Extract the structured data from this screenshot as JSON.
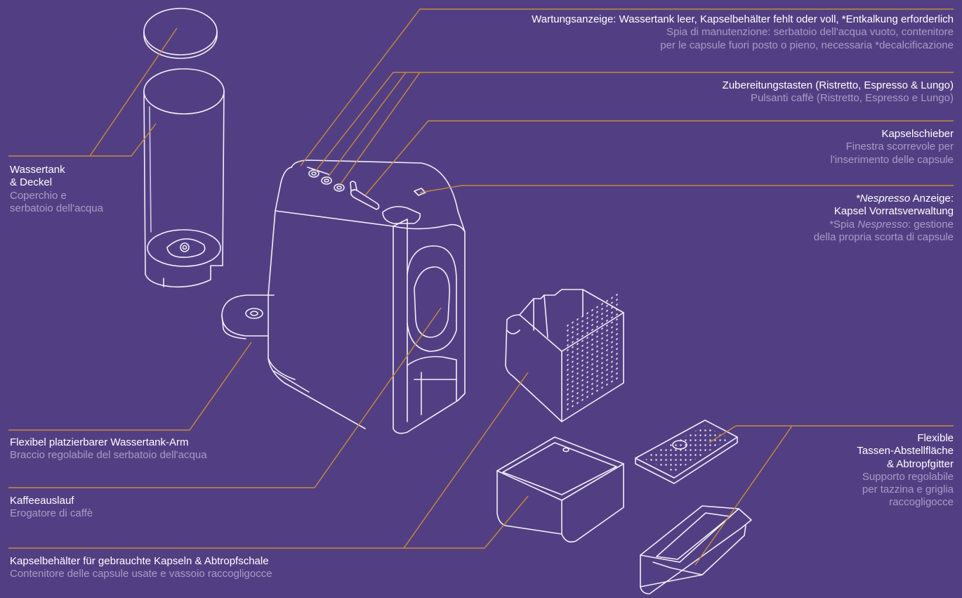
{
  "colors": {
    "background": "#523f83",
    "line": "#f1eef8",
    "leader": "#c8893a",
    "primary_text": "#ffffff",
    "secondary_text": "#a79bc6"
  },
  "labels": {
    "maintenance": {
      "de": "Wartungsanzeige: Wassertank leer, Kapselbehälter fehlt oder voll, *Entkalkung erforderlich",
      "it_1": "Spia di manutenzione: serbatoio dell'acqua vuoto, contenitore",
      "it_2": "per le capsule fuori posto o pieno, necessaria *decalcificazione"
    },
    "buttons": {
      "de": "Zubereitungstasten (Ristretto, Espresso & Lungo)",
      "it": "Pulsanti caffè (Ristretto, Espresso e Lungo)"
    },
    "slider": {
      "de": "Kapselschieber",
      "it_1": "Finestra scorrevole per",
      "it_2": "l'inserimento delle capsule"
    },
    "nespresso": {
      "de_brand": "*Nespresso",
      "de_rest": " Anzeige:",
      "de_2": "Kapsel Vorratsverwaltung",
      "it_prefix": "*Spia ",
      "it_brand": "Nespresso",
      "it_rest": ": gestione",
      "it_2": "della propria scorta di capsule"
    },
    "water_tank": {
      "de_1": "Wassertank",
      "de_2": "& Deckel",
      "it_1": "Coperchio e",
      "it_2": "serbatoio dell'acqua"
    },
    "tank_arm": {
      "de": "Flexibel platzierbarer Wassertank-Arm",
      "it": "Braccio regolabile del serbatoio dell'acqua"
    },
    "spout": {
      "de": "Kaffeeauslauf",
      "it": "Erogatore di caffè"
    },
    "capsule_container": {
      "de": "Kapselbehälter für gebrauchte Kapseln & Abtropfschale",
      "it": "Contenitore delle capsule usate e vassoio raccogligocce"
    },
    "cup_support": {
      "de_1": "Flexible",
      "de_2": "Tassen-Abstellfläche",
      "de_3": "& Abtropfgitter",
      "it_1": "Supporto regolabile",
      "it_2": "per tazzina e griglia",
      "it_3": "raccogligocce"
    }
  }
}
